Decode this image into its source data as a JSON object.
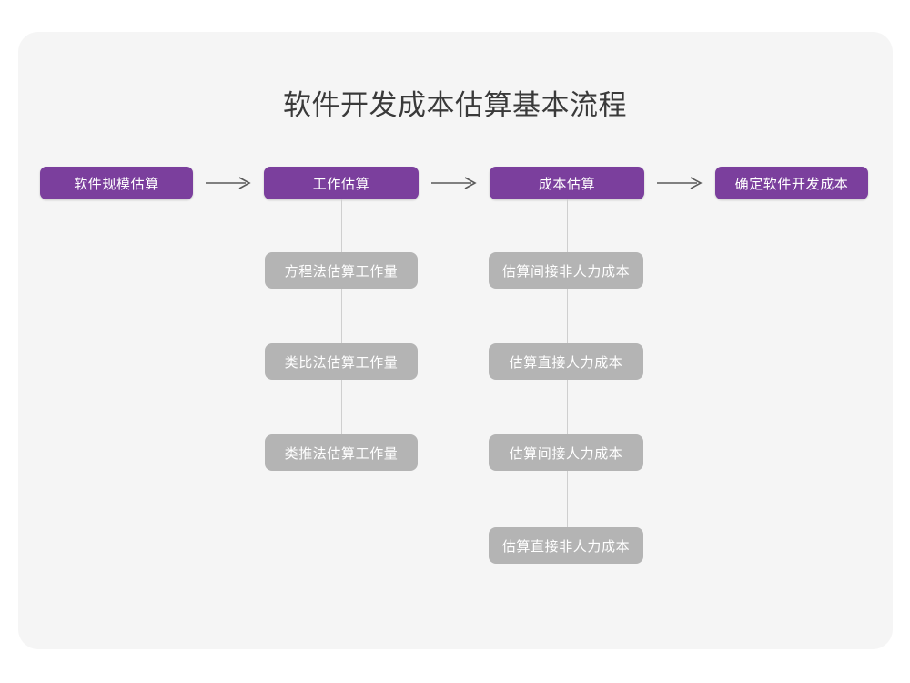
{
  "colors": {
    "page_background": "#ffffff",
    "card_background": "#f5f5f5",
    "primary_node": "#7b3f9d",
    "secondary_node": "#b4b4b4",
    "title_text": "#3a3a3a",
    "node_text": "#ffffff",
    "connector_line": "#cfcfcf",
    "arrow": "#5a5a5a"
  },
  "title": "软件开发成本估算基本流程",
  "main_flow": {
    "steps": [
      {
        "label": "软件规模估算"
      },
      {
        "label": "工作估算"
      },
      {
        "label": "成本估算"
      },
      {
        "label": "确定软件开发成本"
      }
    ],
    "arrows": [
      {
        "glyph": "⟶",
        "name": "arrow-1"
      },
      {
        "glyph": "⟶",
        "name": "arrow-2"
      },
      {
        "glyph": "⟶",
        "name": "arrow-3"
      }
    ]
  },
  "branches": [
    {
      "parent": "工作估算",
      "items": [
        {
          "label": "方程法估算工作量"
        },
        {
          "label": "类比法估算工作量"
        },
        {
          "label": "类推法估算工作量"
        }
      ]
    },
    {
      "parent": "成本估算",
      "items": [
        {
          "label": "估算间接非人力成本"
        },
        {
          "label": "估算直接人力成本"
        },
        {
          "label": "估算间接人力成本"
        },
        {
          "label": "估算直接非人力成本"
        }
      ]
    }
  ]
}
